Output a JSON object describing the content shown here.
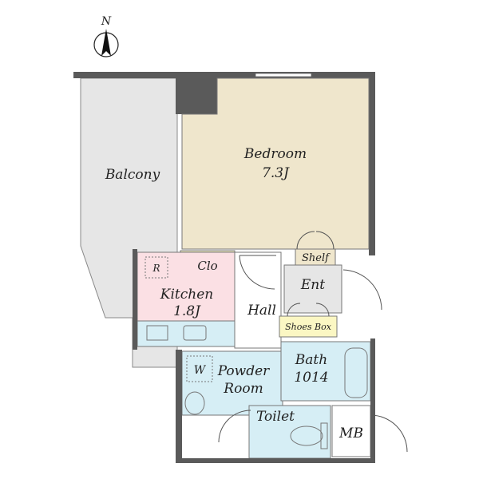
{
  "compass": {
    "label": "N",
    "icon": "north-arrow-icon"
  },
  "rooms": {
    "bedroom": {
      "name": "Bedroom",
      "size": "7.3J"
    },
    "balcony": {
      "name": "Balcony"
    },
    "clo": {
      "name": "Clo"
    },
    "shelf": {
      "name": "Shelf"
    },
    "kitchen": {
      "name": "Kitchen",
      "size": "1.8J",
      "fridge": "R"
    },
    "ent": {
      "name": "Ent"
    },
    "hall": {
      "name": "Hall"
    },
    "shoes_box": {
      "name": "Shoes Box"
    },
    "powder": {
      "name_line1": "Powder",
      "name_line2": "Room",
      "washer": "W"
    },
    "bath": {
      "name": "Bath",
      "size": "1014"
    },
    "toilet": {
      "name": "Toilet"
    },
    "mb": {
      "name": "MB"
    }
  },
  "colors": {
    "bedroom": "#efe6cc",
    "balcony": "#e6e6e6",
    "clo": "#fbf7c3",
    "kitchen": "#fbe0e4",
    "wet": "#d6eef5",
    "hall": "#ffffff",
    "ent": "#e6e6e6",
    "wall": "#5a5a5a"
  }
}
